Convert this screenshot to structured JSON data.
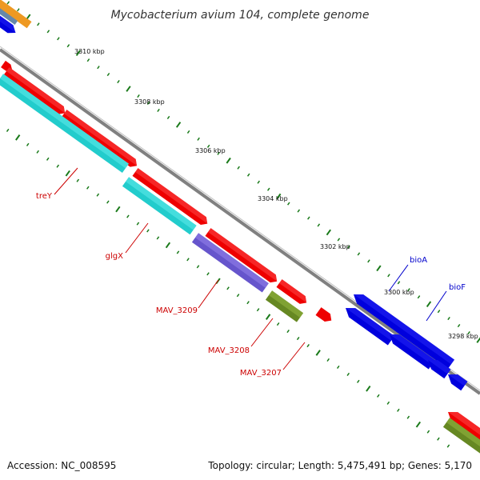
{
  "title": "Mycobacterium avium 104, complete genome",
  "footer": {
    "accession": "Accession: NC_008595",
    "summary": "Topology: circular; Length: 5,475,491 bp; Genes: 5,170"
  },
  "ticks": [
    "3310 kbp",
    "3308 kbp",
    "3306 kbp",
    "3304 kbp",
    "3302 kbp",
    "3300 kbp",
    "3298 kbp"
  ],
  "labels": {
    "treY": "treY",
    "glgX": "glgX",
    "mav3209": "MAV_3209",
    "mav3208": "MAV_3208",
    "mav3207": "MAV_3207",
    "bioA": "bioA",
    "bioF": "bioF"
  },
  "colors": {
    "backbone": "#808080",
    "cds_red": "#ee0000",
    "cds_blue": "#0000dd",
    "cds_cyan": "#22cccc",
    "cds_purple": "#6655cc",
    "cds_olive": "#668822",
    "cds_orange": "#ee9922",
    "label_red": "#cc0000",
    "label_blue": "#0000cc",
    "tick_green": "#1a7a1a"
  }
}
